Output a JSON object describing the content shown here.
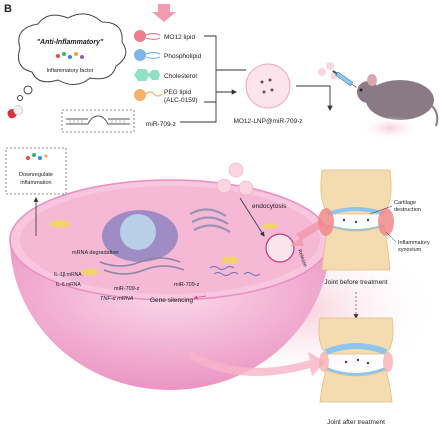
{
  "panel": {
    "letter": "B"
  },
  "thought_bubble": {
    "title": "\"Anti-Inflammatory\"",
    "subtitle": "Inflammatory factor"
  },
  "legend": {
    "items": [
      {
        "label": "MO12 lipid",
        "color": "#f07c8e"
      },
      {
        "label": "Phospholipid",
        "color": "#7fb4e6"
      },
      {
        "label": "Cholesterol",
        "color": "#8fe0c4"
      },
      {
        "label": "PEG lipid",
        "color": "#f3b26a"
      },
      {
        "label": "(ALC-0159)",
        "color": "#f3b26a"
      }
    ],
    "mirna_label": "miR-709-z"
  },
  "nanoparticle": {
    "label": "MO12-LNP@miR-709-z"
  },
  "cell": {
    "downregulate": "Downregulate\ninflammation",
    "endocytosis": "endocytosis",
    "release": "Release",
    "mrna_degradation": "mRNA degradation",
    "il1b": "IL-1β mRNA",
    "il6": "IL-6 mRNA",
    "tnf": "TNF-α mRNA",
    "mir_inner": "miR-709-z",
    "mir_outer": "miR-709-z",
    "gene_silencing": "Gene silencing"
  },
  "joint_before": {
    "caption": "Joint before treatment",
    "cartilage_label": "Cartilage\ndestruction",
    "synovium_label": "Inflammatory\nsynovium"
  },
  "joint_after": {
    "caption": "Joint after treatment"
  },
  "colors": {
    "cell_pink": "#f3b6d4",
    "cell_dark": "#e687b9",
    "nucleus": "#c7b7e3",
    "arrow_pink": "#f29bb0",
    "gene_silencing": "#c2377f",
    "release": "#cc2266",
    "endocytosis": "#cc2266",
    "bone": "#f4dcb0",
    "cartilage": "#8fc4ec",
    "synovium": "#f08a8a"
  }
}
